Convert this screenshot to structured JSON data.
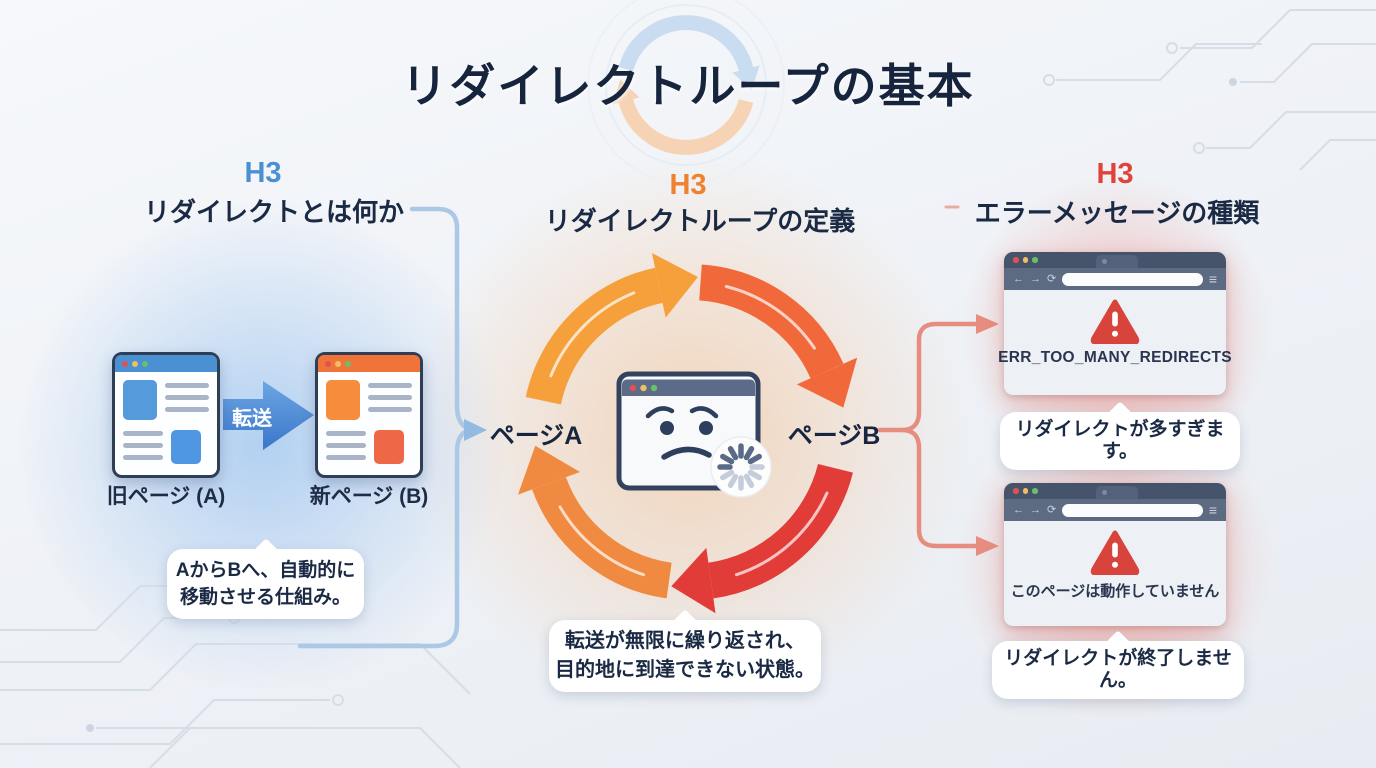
{
  "title": "リダイレクトループの基本",
  "left": {
    "h3": "H3",
    "heading": "リダイレクトとは何か",
    "old_page": "旧ページ (A)",
    "new_page": "新ページ (B)",
    "transfer": "転送",
    "bubble_line1": "AからBへ、自動的に",
    "bubble_line2": "移動させる仕組み。"
  },
  "center": {
    "h3": "H3",
    "heading": "リダイレクトループの定義",
    "page_a": "ページA",
    "page_b": "ページB",
    "bubble_line1": "転送が無限に繰り返され、",
    "bubble_line2": "目的地に到達できない状態。"
  },
  "right": {
    "h3": "H3",
    "heading": "エラーメッセージの種類",
    "error1": "ERR_TOO_MANY_REDIRECTS",
    "bubble1": "リダイレクトが多すぎます。",
    "error2": "このページは動作していません",
    "bubble2": "リダイレクトが終了しません。"
  },
  "icons": {
    "back": "←",
    "forward": "→",
    "reload": "⟳",
    "menu": "≡"
  },
  "colors": {
    "title_text": "#16243e",
    "h3_blue": "#4a90d2",
    "h3_orange": "#ee8231",
    "h3_red": "#e14338",
    "transfer_arrow_blue": "#3f7bcb",
    "loop_orange": "#f6a03c",
    "loop_red": "#e23c38",
    "connector_blue": "#abc8e6",
    "connector_salmon": "#e78d80",
    "warning_red": "#d8443b"
  }
}
